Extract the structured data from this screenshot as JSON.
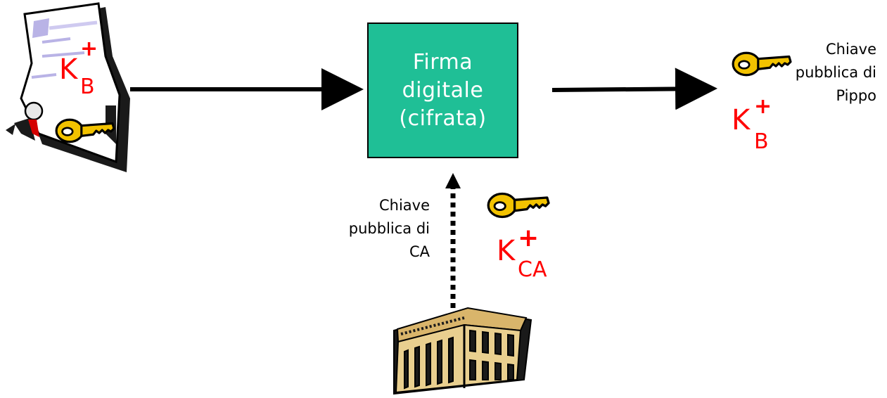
{
  "certificate": {
    "key_letter": "K",
    "key_sup": "+",
    "key_sub": "B"
  },
  "center_box": {
    "line1": "Firma",
    "line2": "digitale",
    "line3": "(cifrata)"
  },
  "output": {
    "caption_line1": "Chiave",
    "caption_line2": "pubblica di",
    "caption_line3": "Pippo",
    "key_letter": "K",
    "key_sup": "+",
    "key_sub": "B"
  },
  "ca": {
    "caption_line1": "Chiave",
    "caption_line2": "pubblica di",
    "caption_line3": "CA",
    "key_letter": "K",
    "key_sup": "+",
    "key_sub": "CA"
  },
  "colors": {
    "box_fill": "#1fbf96",
    "key_text": "#ff0000",
    "key_icon": "#f2c200",
    "building": "#e9cf8f"
  },
  "icons": [
    "certificate-icon",
    "key-icon",
    "ca-building-icon"
  ]
}
